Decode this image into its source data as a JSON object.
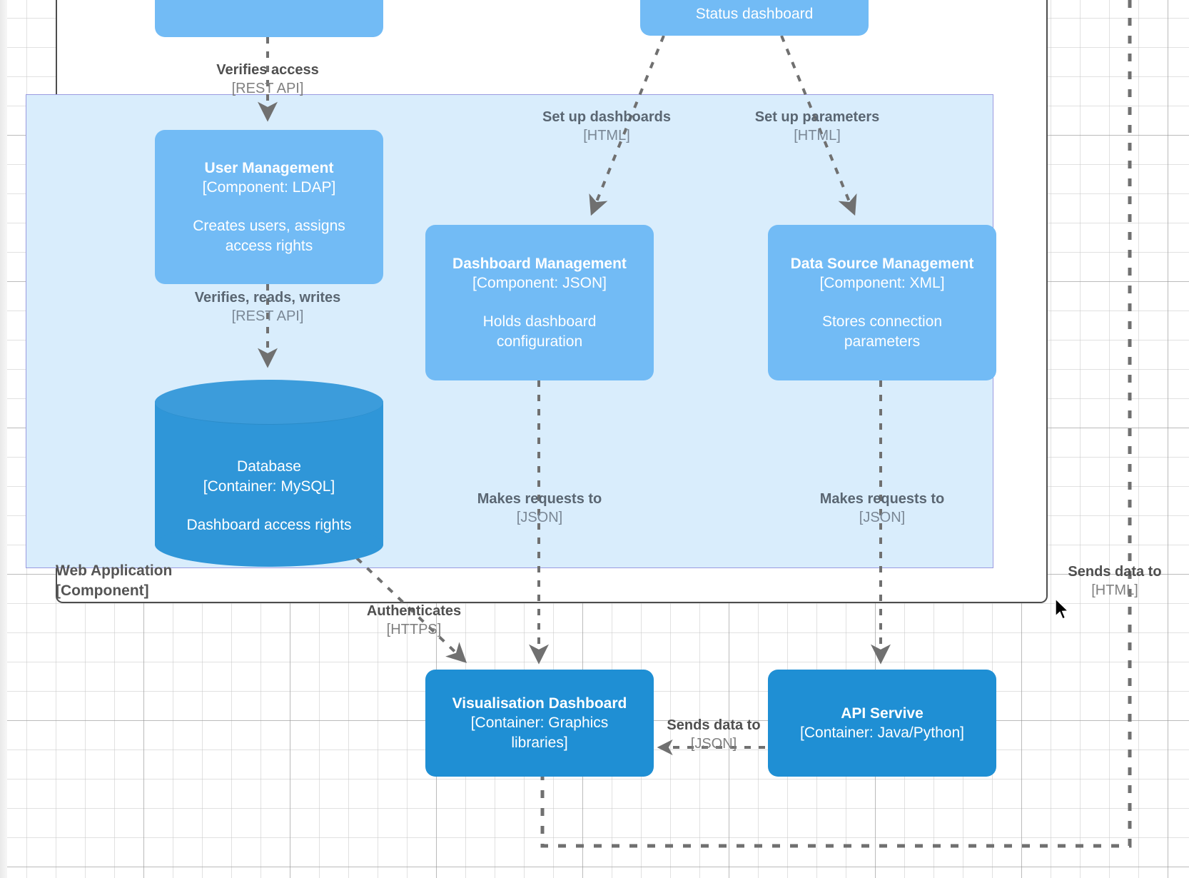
{
  "diagram": {
    "boundary": {
      "label_line1": "Web Application",
      "label_line2": "[Component]",
      "fill": "#d9edfc",
      "border": "#9a9ae0"
    },
    "colors": {
      "component_fill": "#72bbf5",
      "container_fill": "#1f8fd4",
      "database_fill": "#2f96d8",
      "edge_stroke": "#707070",
      "label_bold": "#5a6672",
      "label_tech": "#7a8795"
    },
    "nodes": [
      {
        "id": "top-left-partial",
        "title": "",
        "tech": "",
        "desc": "",
        "style": "light",
        "partial": true
      },
      {
        "id": "status-dashboard",
        "title": "Status dashboard",
        "tech": "",
        "desc": "",
        "style": "light",
        "partial": true
      },
      {
        "id": "user-management",
        "title": "User Management",
        "tech": "[Component: LDAP]",
        "desc": "Creates users, assigns access rights",
        "style": "light"
      },
      {
        "id": "dashboard-management",
        "title": "Dashboard Management",
        "tech": "[Component: JSON]",
        "desc": "Holds dashboard configuration",
        "style": "light"
      },
      {
        "id": "data-source-management",
        "title": "Data Source Management",
        "tech": "[Component: XML]",
        "desc": "Stores connection parameters",
        "style": "light"
      },
      {
        "id": "database",
        "title": "Database",
        "tech": "[Container: MySQL]",
        "desc": "Dashboard access rights",
        "style": "cylinder"
      },
      {
        "id": "visualisation-dashboard",
        "title": "Visualisation Dashboard",
        "tech": "[Container: Graphics libraries]",
        "desc": "",
        "style": "dark"
      },
      {
        "id": "api-servive",
        "title": "API Servive",
        "tech": "[Container: Java/Python]",
        "desc": "",
        "style": "dark"
      }
    ],
    "edges": [
      {
        "id": "verifies-access",
        "label": "Verifies access",
        "technology": "[REST API]"
      },
      {
        "id": "set-up-dashboards",
        "label": "Set up dashboards",
        "technology": "[HTML]"
      },
      {
        "id": "set-up-parameters",
        "label": "Set up parameters",
        "technology": "[HTML]"
      },
      {
        "id": "verifies-reads-writes",
        "label": "Verifies, reads, writes",
        "technology": "[REST API]"
      },
      {
        "id": "makes-requests-to-left",
        "label": "Makes requests to",
        "technology": "[JSON]"
      },
      {
        "id": "makes-requests-to-right",
        "label": "Makes requests to",
        "technology": "[JSON]"
      },
      {
        "id": "authenticates",
        "label": "Authenticates",
        "technology": "[HTTPS]"
      },
      {
        "id": "sends-data-to-right",
        "label": "Sends data to",
        "technology": "[HTML]"
      },
      {
        "id": "sends-data-to-middle",
        "label": "Sends data to",
        "technology": "[JSON]"
      }
    ]
  }
}
